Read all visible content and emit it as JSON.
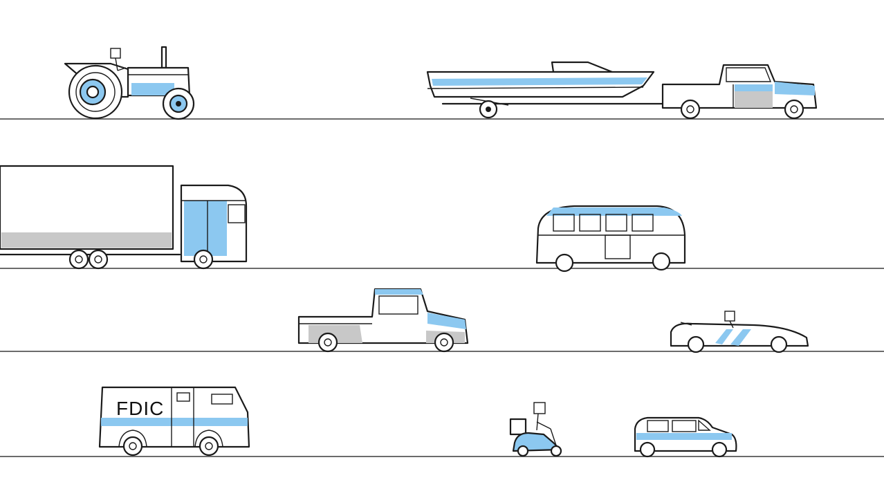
{
  "colors": {
    "accent_blue": "#8cc8f0",
    "gray_fill": "#c8c8c8",
    "ink": "#1a1a1a",
    "background": "#ffffff"
  },
  "lanes": [
    {
      "vehicles": [
        "tractor",
        "pickup-towing-boat-trailer"
      ]
    },
    {
      "vehicles": [
        "semi-truck",
        "vintage-bus"
      ]
    },
    {
      "vehicles": [
        "classic-pickup-truck",
        "roadster"
      ]
    },
    {
      "vehicles": [
        "armored-van",
        "delivery-scooter",
        "mini-car"
      ]
    }
  ],
  "armored_van": {
    "label": "FDIC"
  }
}
